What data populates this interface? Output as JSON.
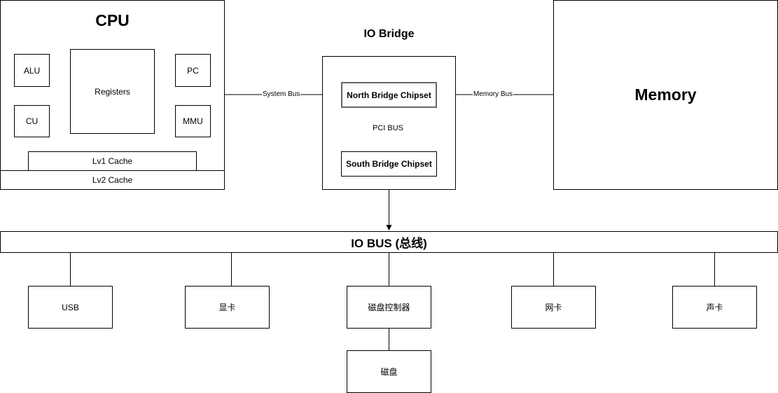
{
  "cpu": {
    "title": "CPU",
    "alu": "ALU",
    "registers": "Registers",
    "pc": "PC",
    "cu": "CU",
    "mmu": "MMU",
    "lv1": "Lv1 Cache",
    "lv2": "Lv2 Cache"
  },
  "bridge": {
    "title": "IO Bridge",
    "north": "North Bridge Chipset",
    "south": "South Bridge Chipset",
    "pci": "PCI BUS"
  },
  "memory": {
    "title": "Memory"
  },
  "buses": {
    "system": "System Bus",
    "memory": "Memory Bus"
  },
  "io_bus": {
    "title": "IO BUS (总线)"
  },
  "devices": {
    "usb": "USB",
    "gpu": "显卡",
    "disk_controller": "磁盘控制器",
    "nic": "网卡",
    "sound": "声卡",
    "disk": "磁盘"
  }
}
